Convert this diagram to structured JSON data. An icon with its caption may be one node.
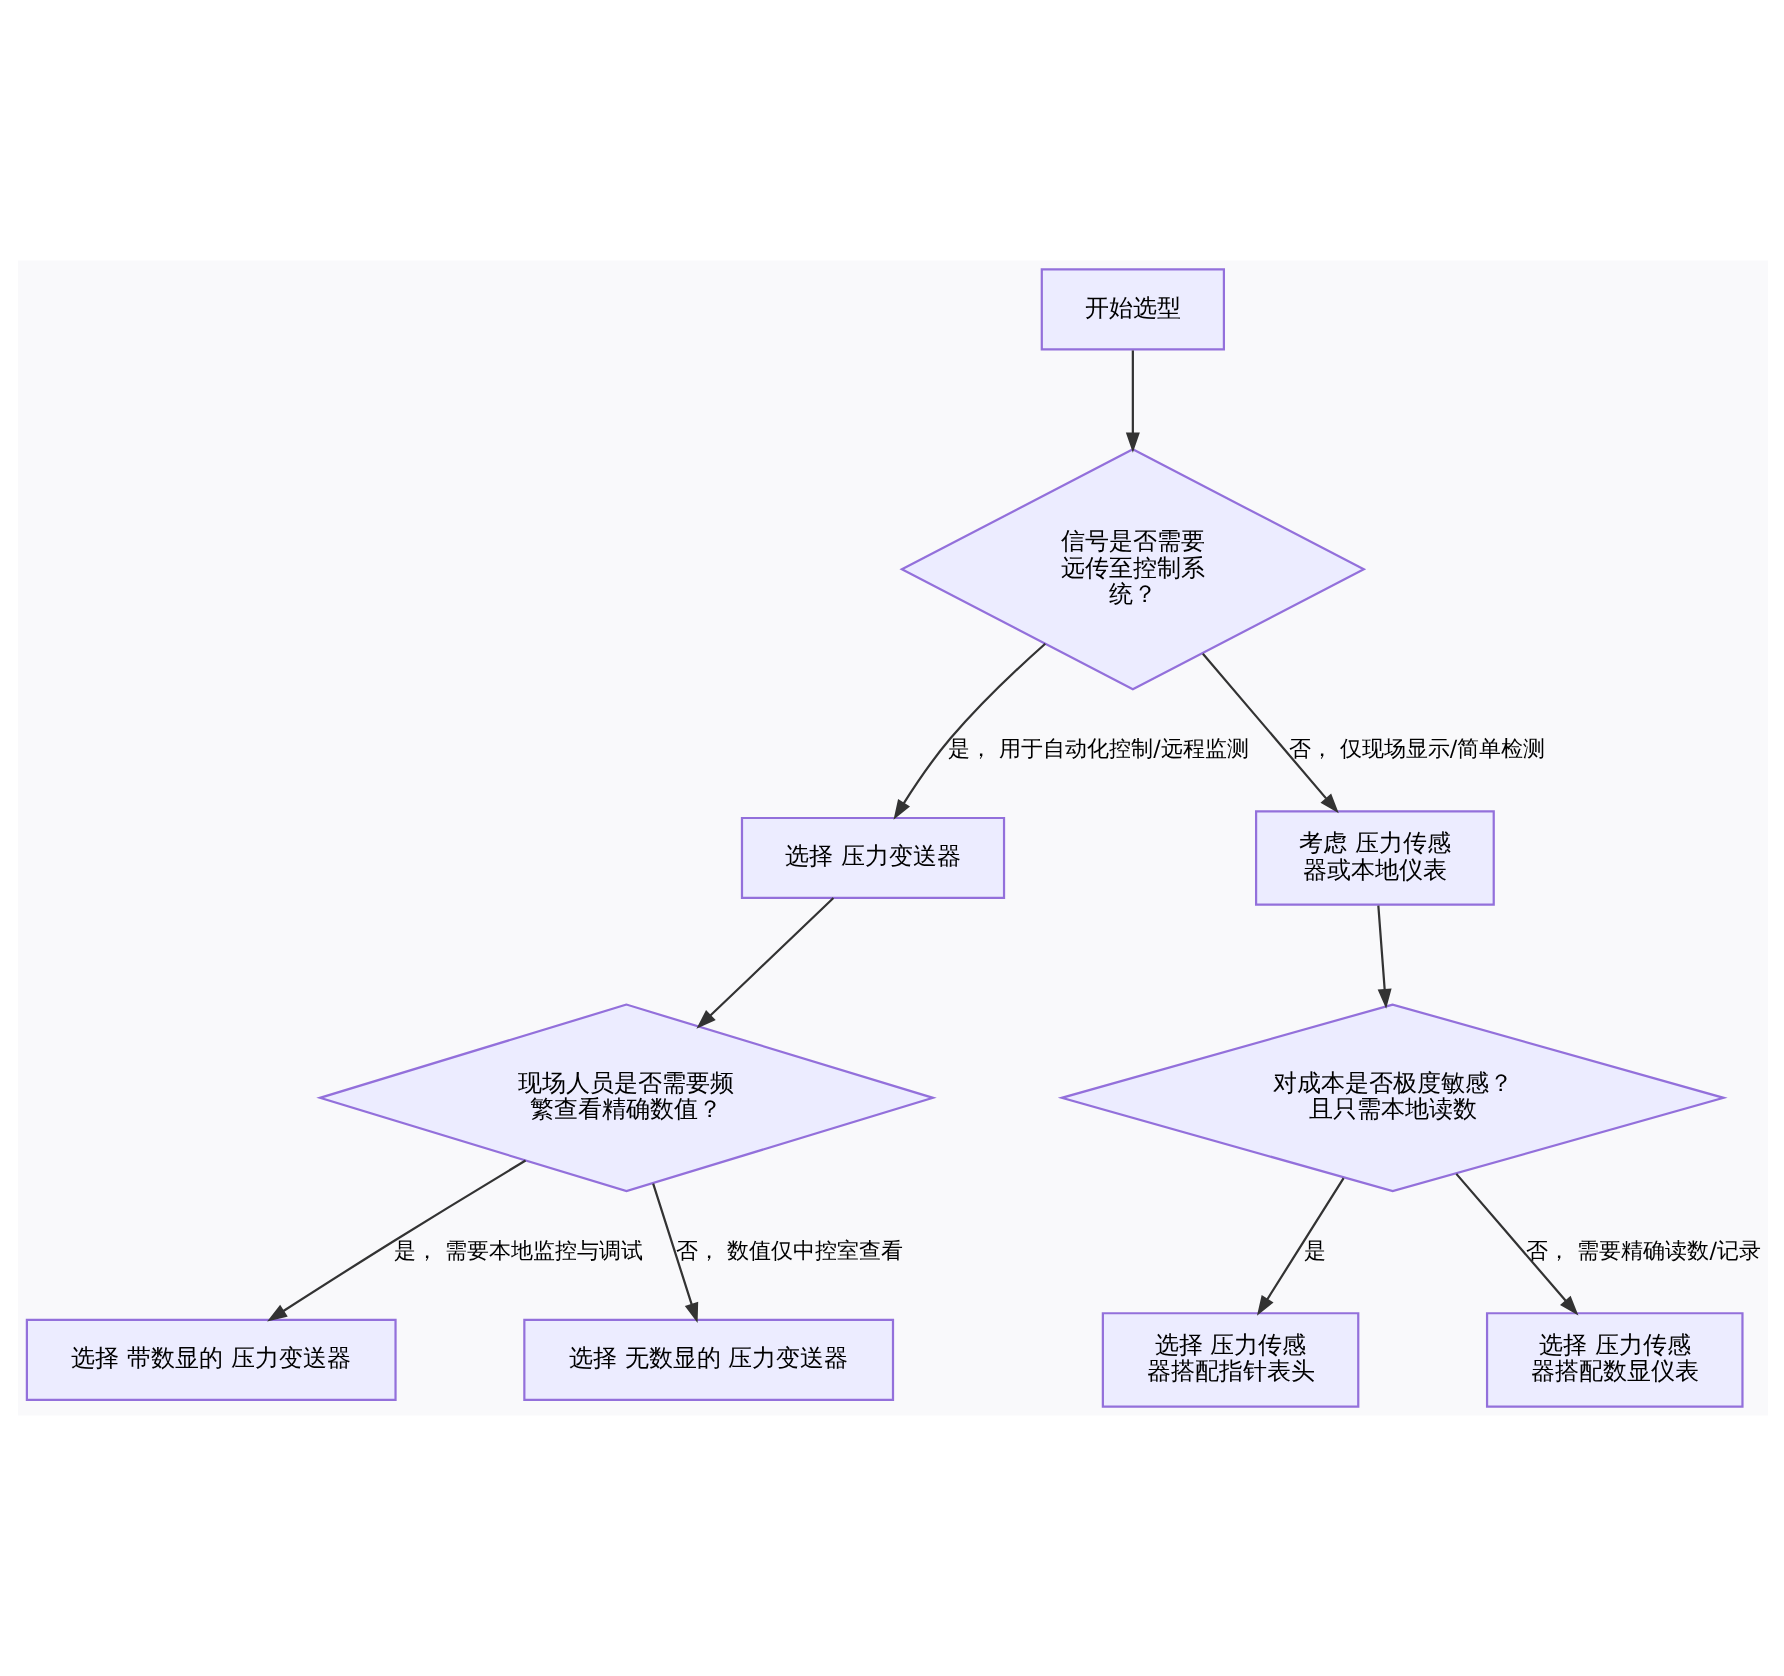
{
  "diagram": {
    "nodes": [
      {
        "text": [
          "开始选型"
        ]
      },
      {
        "text": [
          "信号是否需要远传至控制系统？"
        ]
      },
      {
        "text": [
          "选择 压力变送器"
        ]
      },
      {
        "text": [
          "考虑 压力传感器或本地仪表"
        ]
      },
      {
        "text": [
          "现场人员是否需要频繁查看精确数值？"
        ]
      },
      {
        "text": [
          "对成本是否极度敏感？且只需本地读数"
        ]
      },
      {
        "text": [
          "选择 带数显的 压力变送器"
        ]
      },
      {
        "text": [
          "选择 无数显的 压力变送器"
        ]
      },
      {
        "text": [
          "选择 压力传感器搭配指针表头"
        ]
      },
      {
        "text": [
          "选择 压力传感器搭配数显仪表"
        ]
      }
    ],
    "edges": [
      {
        "from": 0,
        "to": 1,
        "arrow": "to"
      },
      {
        "from": 1,
        "to": 2,
        "arrow": "to",
        "label": "是， 用于自动化控制/远程监测"
      },
      {
        "from": 1,
        "to": 3,
        "arrow": "to",
        "label": "否， 仅现场显示/简单检测"
      },
      {
        "from": 2,
        "to": 4,
        "arrow": "to"
      },
      {
        "from": 3,
        "to": 5,
        "arrow": "to"
      },
      {
        "from": 4,
        "to": 6,
        "arrow": "to",
        "label": "是， 需要本地监控与调试"
      },
      {
        "from": 4,
        "to": 7,
        "arrow": "to",
        "label": "否， 数值仅中控室查看"
      },
      {
        "from": 5,
        "to": 8,
        "arrow": "to",
        "label": "是"
      },
      {
        "from": 5,
        "to": 9,
        "arrow": "to",
        "label": "否， 需要精确读数/记录"
      }
    ]
  }
}
